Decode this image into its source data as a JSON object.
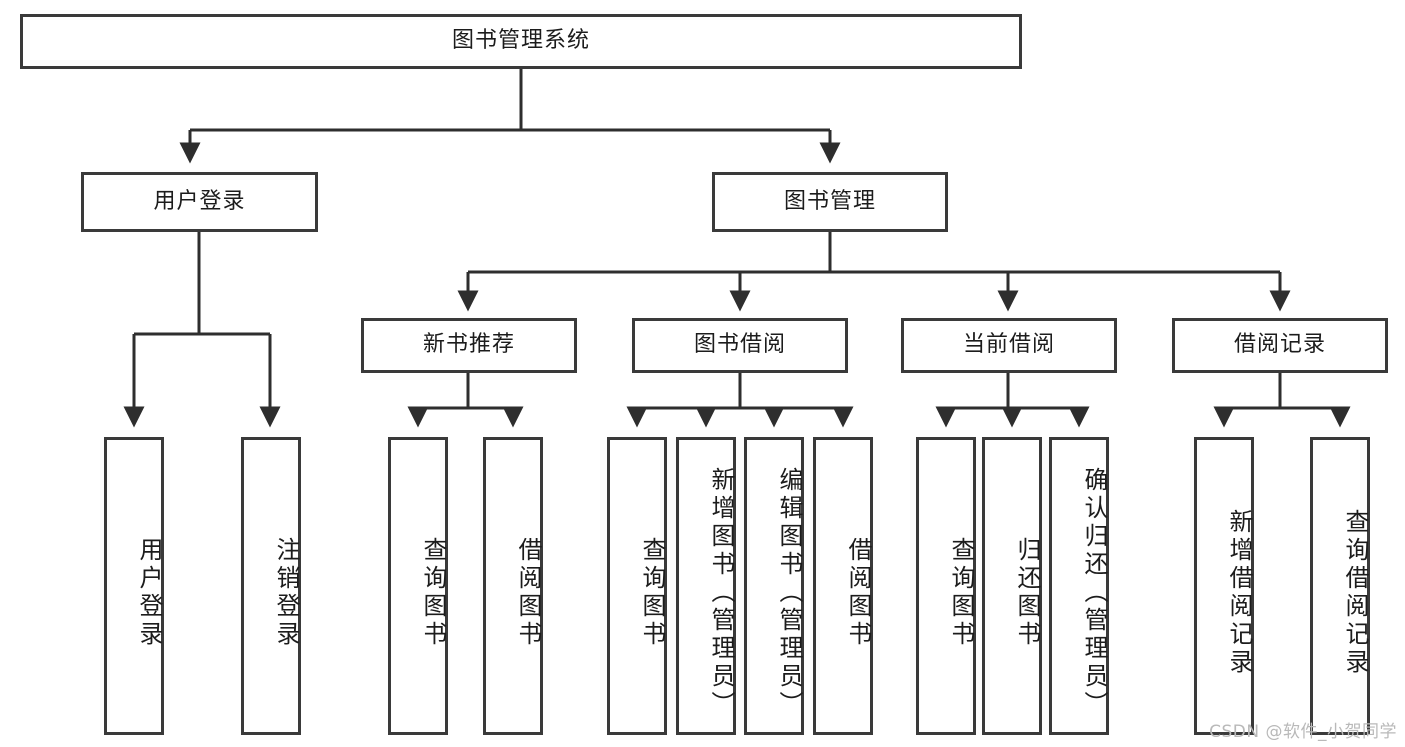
{
  "diagram": {
    "title": "图书管理系统",
    "type": "tree-hierarchy-diagram",
    "root": {
      "label": "图书管理系统"
    },
    "level2": [
      {
        "label": "用户登录"
      },
      {
        "label": "图书管理"
      }
    ],
    "level3": [
      {
        "label": "新书推荐"
      },
      {
        "label": "图书借阅"
      },
      {
        "label": "当前借阅"
      },
      {
        "label": "借阅记录"
      }
    ],
    "leaves": {
      "user_login": [
        {
          "label": "用户登录"
        },
        {
          "label": "注销登录"
        }
      ],
      "new_book_recommend": [
        {
          "label": "查询图书"
        },
        {
          "label": "借阅图书"
        }
      ],
      "book_borrow": [
        {
          "label": "查询图书"
        },
        {
          "label": "新增图书（管理员）"
        },
        {
          "label": "编辑图书（管理员）"
        },
        {
          "label": "借阅图书"
        }
      ],
      "current_borrow": [
        {
          "label": "查询图书"
        },
        {
          "label": "归还图书"
        },
        {
          "label": "确认归还（管理员）"
        }
      ],
      "borrow_record": [
        {
          "label": "新增借阅记录"
        },
        {
          "label": "查询借阅记录"
        }
      ]
    }
  },
  "watermark": {
    "text": "CSDN @软件_小贺同学"
  },
  "colors": {
    "border": "#3a3a3a",
    "background": "#ffffff",
    "text": "#1c1c1c",
    "watermark": "#b9b9b9"
  }
}
